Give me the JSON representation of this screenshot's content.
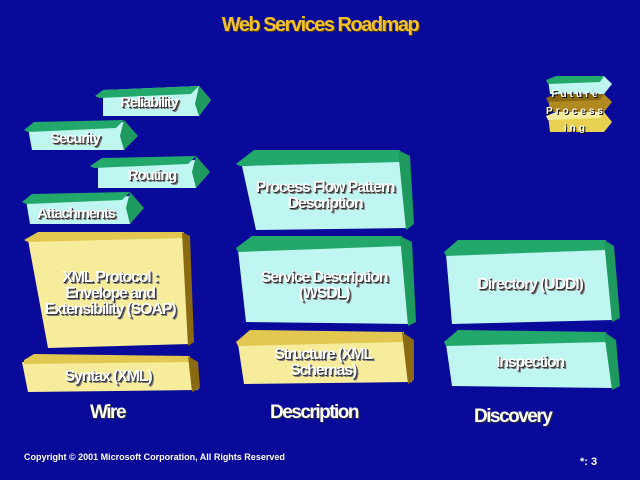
{
  "title": "Web Services Roadmap",
  "colors": {
    "background": "#0a0a9a",
    "title": "#f2c12a",
    "green_top": "#22a86a",
    "cyan_face": "#bff6f2",
    "yellow_face": "#f6ec9c",
    "brown_side": "#8a6a10"
  },
  "blocks": {
    "reliability": "Reliability",
    "security": "Security",
    "routing": "Routing",
    "attachments": "Attachments",
    "xml_protocol": "XML Protocol : Envelope and Extensibility (SOAP)",
    "syntax": "Syntax (XML)",
    "process_flow": "Process Flow Pattern Description",
    "service_description": "Service Description (WSDL)",
    "structure": "Structure (XML Schemas)",
    "directory": "Directory (UDDI)",
    "inspection": "Inspection"
  },
  "legend_label": "Future Processing",
  "columns": {
    "wire": "Wire",
    "description": "Description",
    "discovery": "Discovery"
  },
  "footer": {
    "copyright": "Copyright © 2001 Microsoft Corporation, All Rights Reserved",
    "page": "*: 3"
  }
}
